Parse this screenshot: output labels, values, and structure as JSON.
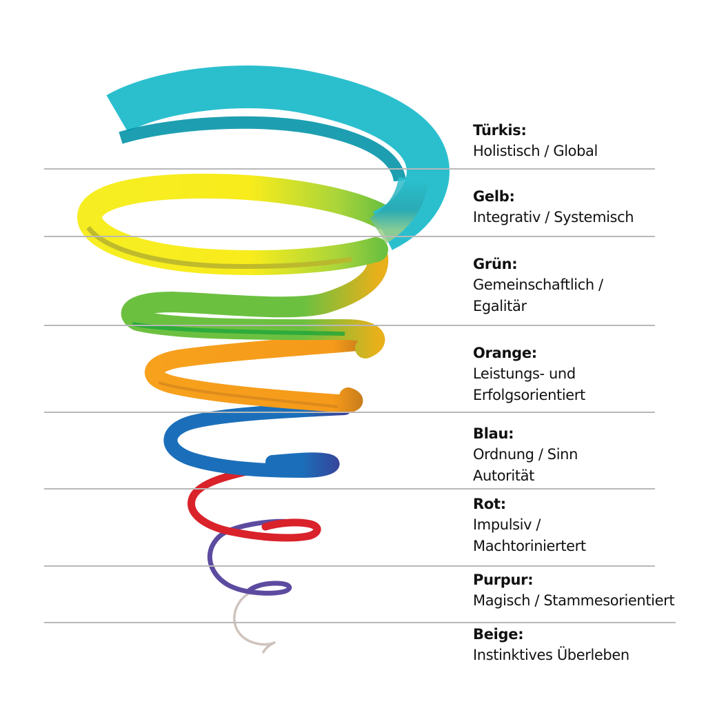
{
  "diagram": {
    "type": "spiral-levels",
    "levels": [
      {
        "name": "Türkis:",
        "description": [
          "Holistisch / Global"
        ],
        "color": "#2bbfce",
        "shade": "#0595a8"
      },
      {
        "name": "Gelb:",
        "description": [
          "Integrativ / Systemisch"
        ],
        "color": "#f8ec1c",
        "shade": "#b9b52d"
      },
      {
        "name": "Grün:",
        "description": [
          "Gemeinschaftlich /",
          "Egalitär"
        ],
        "color": "#6cc040",
        "shade": "#1ea53b"
      },
      {
        "name": "Orange:",
        "description": [
          "Leistungs- und",
          "Erfolgsorientiert"
        ],
        "color": "#f7a11d",
        "shade": "#b8741c"
      },
      {
        "name": "Blau:",
        "description": [
          "Ordnung / Sinn",
          "Autorität"
        ],
        "color": "#1b6fba",
        "shade": "#2b4a99"
      },
      {
        "name": "Rot:",
        "description": [
          "Impulsiv /",
          "Machtoriniertert"
        ],
        "color": "#d9222a",
        "shade": "#b01820"
      },
      {
        "name": "Purpur:",
        "description": [
          "Magisch / Stammesorientiert"
        ],
        "color": "#5d4ba0",
        "shade": "#46378a"
      },
      {
        "name": "Beige:",
        "description": [
          "Instinktives Überleben"
        ],
        "color": "#cfc3bd",
        "shade": "#b8aaa3"
      }
    ],
    "divider_color": "#b8b8b8"
  }
}
